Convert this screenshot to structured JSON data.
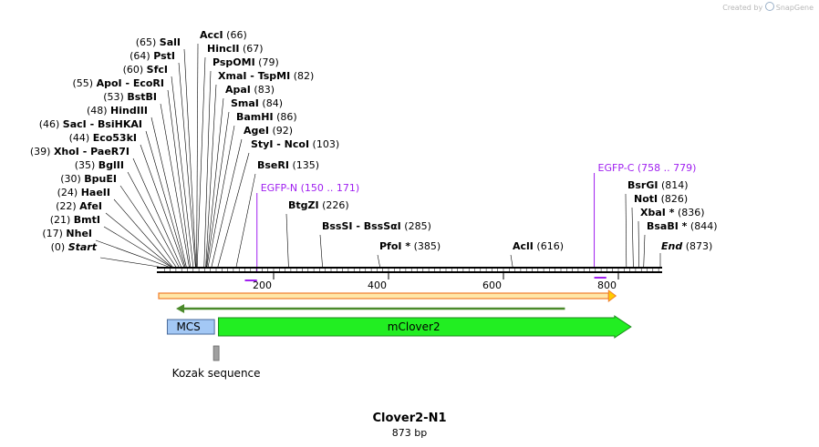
{
  "watermark": {
    "prefix": "Created by",
    "brand": "SnapGene"
  },
  "plasmid": {
    "name": "Clover2-N1",
    "length_label": "873 bp",
    "length": 873
  },
  "sites": [
    {
      "name": "Start",
      "pos": "(0)",
      "bp": 0,
      "italic": true
    },
    {
      "name": "NheI",
      "pos": "(17)",
      "bp": 17
    },
    {
      "name": "BmtI",
      "pos": "(21)",
      "bp": 21
    },
    {
      "name": "AfeI",
      "pos": "(22)",
      "bp": 22
    },
    {
      "name": "HaeII",
      "pos": "(24)",
      "bp": 24
    },
    {
      "name": "BpuEI",
      "pos": "(30)",
      "bp": 30
    },
    {
      "name": "BglII",
      "pos": "(35)",
      "bp": 35
    },
    {
      "name": "XhoI",
      "name2": "PaeR7I",
      "pos": "(39)",
      "bp": 39
    },
    {
      "name": "Eco53kI",
      "pos": "(44)",
      "bp": 44
    },
    {
      "name": "SacI",
      "name2": "BsiHKAI",
      "pos": "(46)",
      "bp": 46
    },
    {
      "name": "HindIII",
      "pos": "(48)",
      "bp": 48
    },
    {
      "name": "BstBI",
      "pos": "(53)",
      "bp": 53
    },
    {
      "name": "ApoI",
      "name2": "EcoRI",
      "pos": "(55)",
      "bp": 55
    },
    {
      "name": "SfcI",
      "pos": "(60)",
      "bp": 60
    },
    {
      "name": "PstI",
      "pos": "(64)",
      "bp": 64
    },
    {
      "name": "SalI",
      "pos": "(65)",
      "bp": 65
    },
    {
      "name": "AccI",
      "pos": "(66)",
      "bp": 66
    },
    {
      "name": "HincII",
      "pos": "(67)",
      "bp": 67
    },
    {
      "name": "PspOMI",
      "pos": "(79)",
      "bp": 79
    },
    {
      "name": "XmaI",
      "name2": "TspMI",
      "pos": "(82)",
      "bp": 82
    },
    {
      "name": "ApaI",
      "pos": "(83)",
      "bp": 83
    },
    {
      "name": "SmaI",
      "pos": "(84)",
      "bp": 84
    },
    {
      "name": "BamHI",
      "pos": "(86)",
      "bp": 86
    },
    {
      "name": "AgeI",
      "pos": "(92)",
      "bp": 92
    },
    {
      "name": "StyI",
      "name2": "NcoI",
      "pos": "(103)",
      "bp": 103
    },
    {
      "name": "BseRI",
      "pos": "(135)",
      "bp": 135
    },
    {
      "name": "BtgZI",
      "pos": "(226)",
      "bp": 226
    },
    {
      "name": "BssSI",
      "name2": "BssSαI",
      "pos": "(285)",
      "bp": 285
    },
    {
      "name": "PfoI *",
      "pos": "(385)",
      "bp": 385
    },
    {
      "name": "AclI",
      "pos": "(616)",
      "bp": 616
    },
    {
      "name": "BsrGI",
      "pos": "(814)",
      "bp": 814
    },
    {
      "name": "NotI",
      "pos": "(826)",
      "bp": 826
    },
    {
      "name": "XbaI *",
      "pos": "(836)",
      "bp": 836
    },
    {
      "name": "BsaBI *",
      "pos": "(844)",
      "bp": 844
    },
    {
      "name": "End",
      "pos": "(873)",
      "bp": 873,
      "italic": true
    }
  ],
  "primers": [
    {
      "name": "EGFP-N",
      "range": "(150 .. 171)",
      "start": 150,
      "end": 171
    },
    {
      "name": "EGFP-C",
      "range": "(758 .. 779)",
      "start": 758,
      "end": 779
    }
  ],
  "ticks": [
    {
      "label": "200",
      "bp": 200
    },
    {
      "label": "400",
      "bp": 400
    },
    {
      "label": "600",
      "bp": 600
    },
    {
      "label": "800",
      "bp": 800
    }
  ],
  "features": [
    {
      "name": "MCS",
      "start": 15,
      "end": 97,
      "color": "#a3c8f5"
    },
    {
      "name": "mClover2",
      "start": 104,
      "end": 822,
      "color": "#22ee22"
    },
    {
      "name": "Kozak sequence",
      "start": 97,
      "end": 106,
      "color": "#a0a0a0"
    }
  ],
  "colors": {
    "primer": "#a020f0",
    "orf_fill": "#ffe7a8",
    "orf_stroke": "#f07d2a",
    "orf_arrow": "#ffcc00",
    "inner_orf": "#4a8a2a"
  }
}
